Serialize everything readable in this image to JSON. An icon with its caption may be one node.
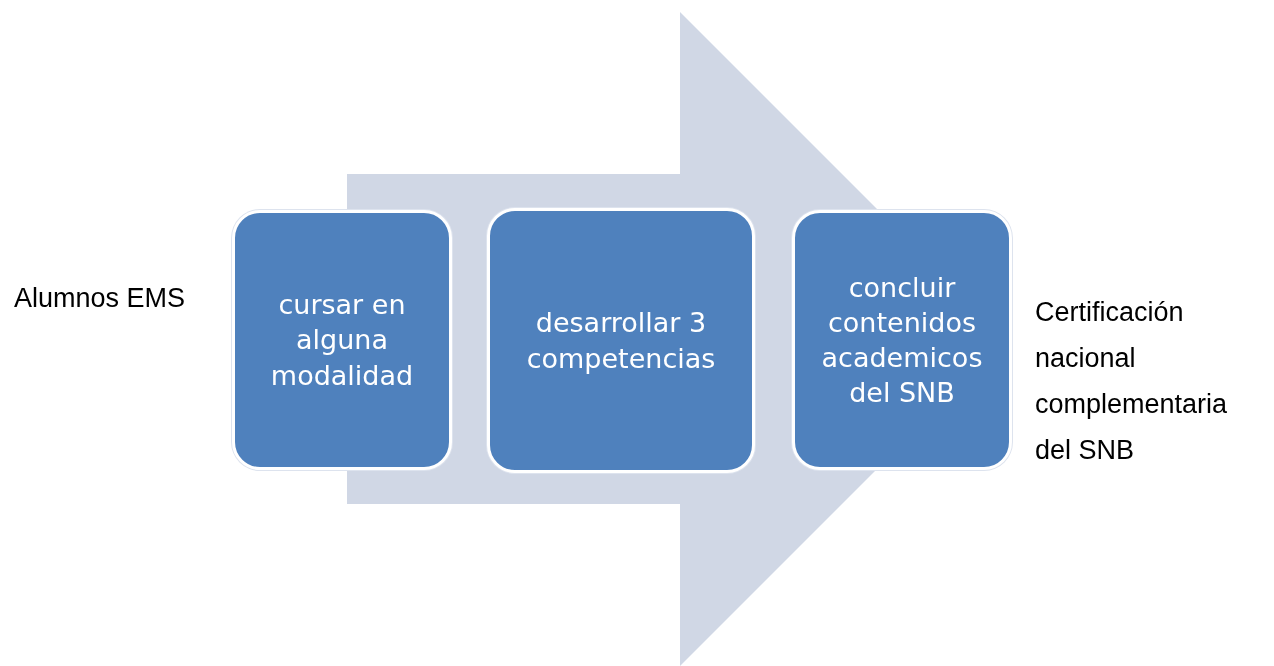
{
  "diagram": {
    "nodes": [
      {
        "text": [
          "cursar en alguna modalidad"
        ]
      },
      {
        "text": [
          "desarrollar 3 competencias"
        ]
      },
      {
        "text": [
          "concluir contenidos academicos del SNB"
        ]
      }
    ],
    "edges": [
      {
        "from": 0,
        "to": 2,
        "arrow": "to"
      }
    ],
    "labels": [
      "Alumnos EMS",
      "Certificación nacional complementaria del SNB"
    ]
  }
}
